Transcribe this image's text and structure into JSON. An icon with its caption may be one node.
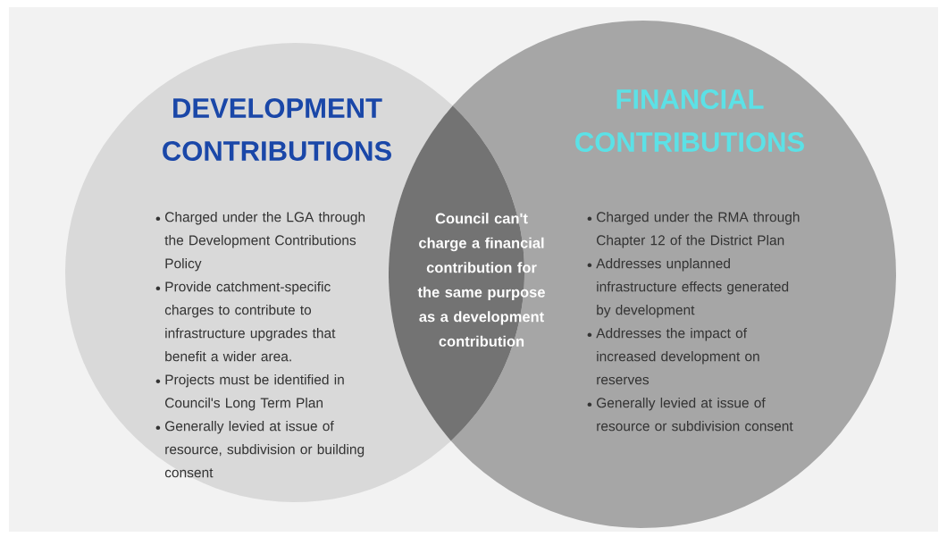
{
  "diagram": {
    "nodes": [
      {
        "text": [
          "DEVELOPMENT CONTRIBUTIONS",
          "Charged under the LGA through the Development Contributions Policy",
          "Provide catchment-specific charges to contribute to infrastructure upgrades that benefit a wider area.",
          "Projects must be identified in Council's Long Term Plan",
          "Generally levied at issue of resource, subdivision or building consent"
        ]
      },
      {
        "text": [
          "FINANCIAL CONTRIBUTIONS",
          "Charged under the RMA through Chapter 12 of the District Plan",
          "Addresses unplanned infrastructure effects generated by development",
          "Addresses the impact of increased development on reserves",
          "Generally levied at issue of resource or subdivision consent"
        ]
      },
      {
        "text": [
          "Council can't charge a financial contribution for the same purpose as a development contribution"
        ]
      }
    ]
  }
}
